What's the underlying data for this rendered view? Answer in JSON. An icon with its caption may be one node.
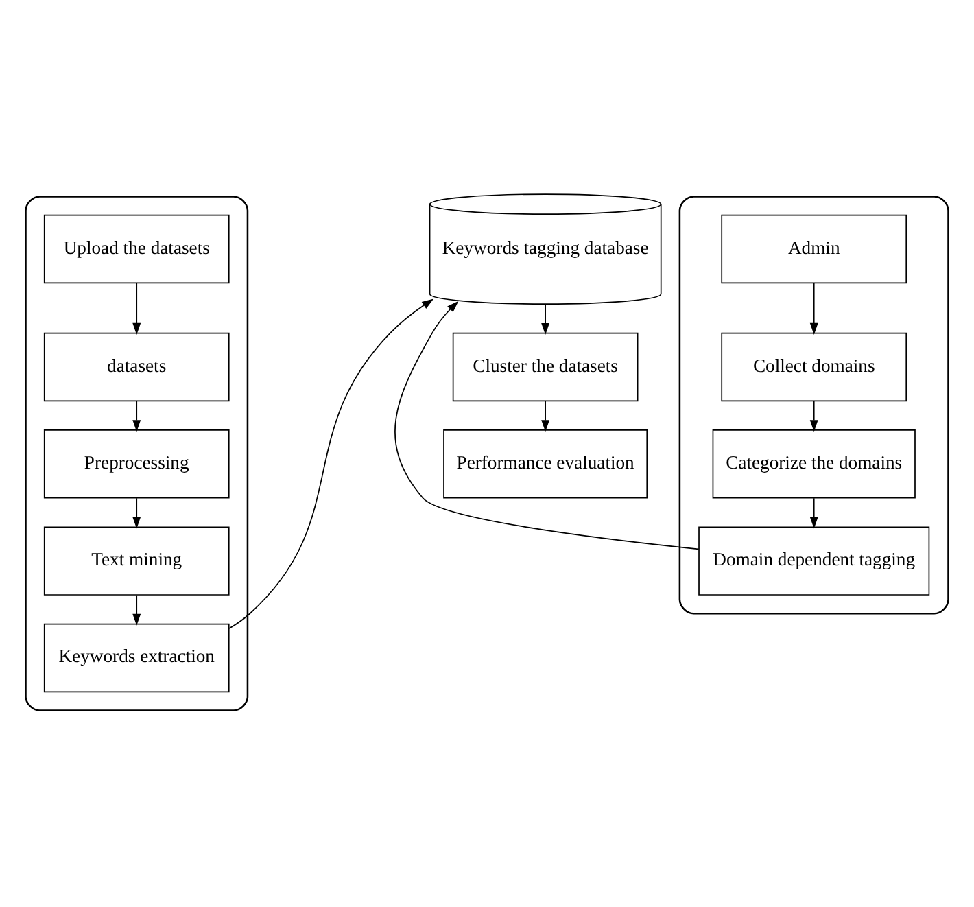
{
  "diagram": {
    "nodes": [
      {
        "text": [],
        "shape": "box"
      },
      {
        "text": [
          "Upload the datasets"
        ],
        "in": 0
      },
      {
        "text": [
          "datasets"
        ],
        "in": 0
      },
      {
        "text": [
          "Preprocessing"
        ],
        "in": 0
      },
      {
        "text": [
          "Text mining"
        ],
        "in": 0
      },
      {
        "text": [
          "Keywords extraction"
        ],
        "in": 0
      },
      {
        "text": [],
        "shape": "box"
      },
      {
        "text": [
          "Admin"
        ],
        "in": 6
      },
      {
        "text": [
          "Collect domains"
        ],
        "in": 6
      },
      {
        "text": [
          "Categorize the domains"
        ],
        "in": 6
      },
      {
        "text": [
          "Domain dependent tagging"
        ],
        "in": 6
      },
      {
        "text": [
          "Keywords tagging database"
        ]
      },
      {
        "text": [
          "Cluster the datasets"
        ]
      },
      {
        "text": [
          "Performance evaluation"
        ]
      }
    ],
    "edges": [
      {
        "from": 1,
        "to": 2,
        "arrow": "to"
      },
      {
        "from": 2,
        "to": 3,
        "arrow": "to"
      },
      {
        "from": 3,
        "to": 4,
        "arrow": "to"
      },
      {
        "from": 4,
        "to": 5,
        "arrow": "to"
      },
      {
        "from": 5,
        "to": 11,
        "arrow": "to"
      },
      {
        "from": 7,
        "to": 8,
        "arrow": "to"
      },
      {
        "from": 8,
        "to": 9,
        "arrow": "to"
      },
      {
        "from": 9,
        "to": 10,
        "arrow": "to"
      },
      {
        "from": 10,
        "to": 11,
        "arrow": "to"
      },
      {
        "from": 11,
        "to": 12,
        "arrow": "to"
      },
      {
        "from": 12,
        "to": 13,
        "arrow": "to"
      }
    ]
  }
}
